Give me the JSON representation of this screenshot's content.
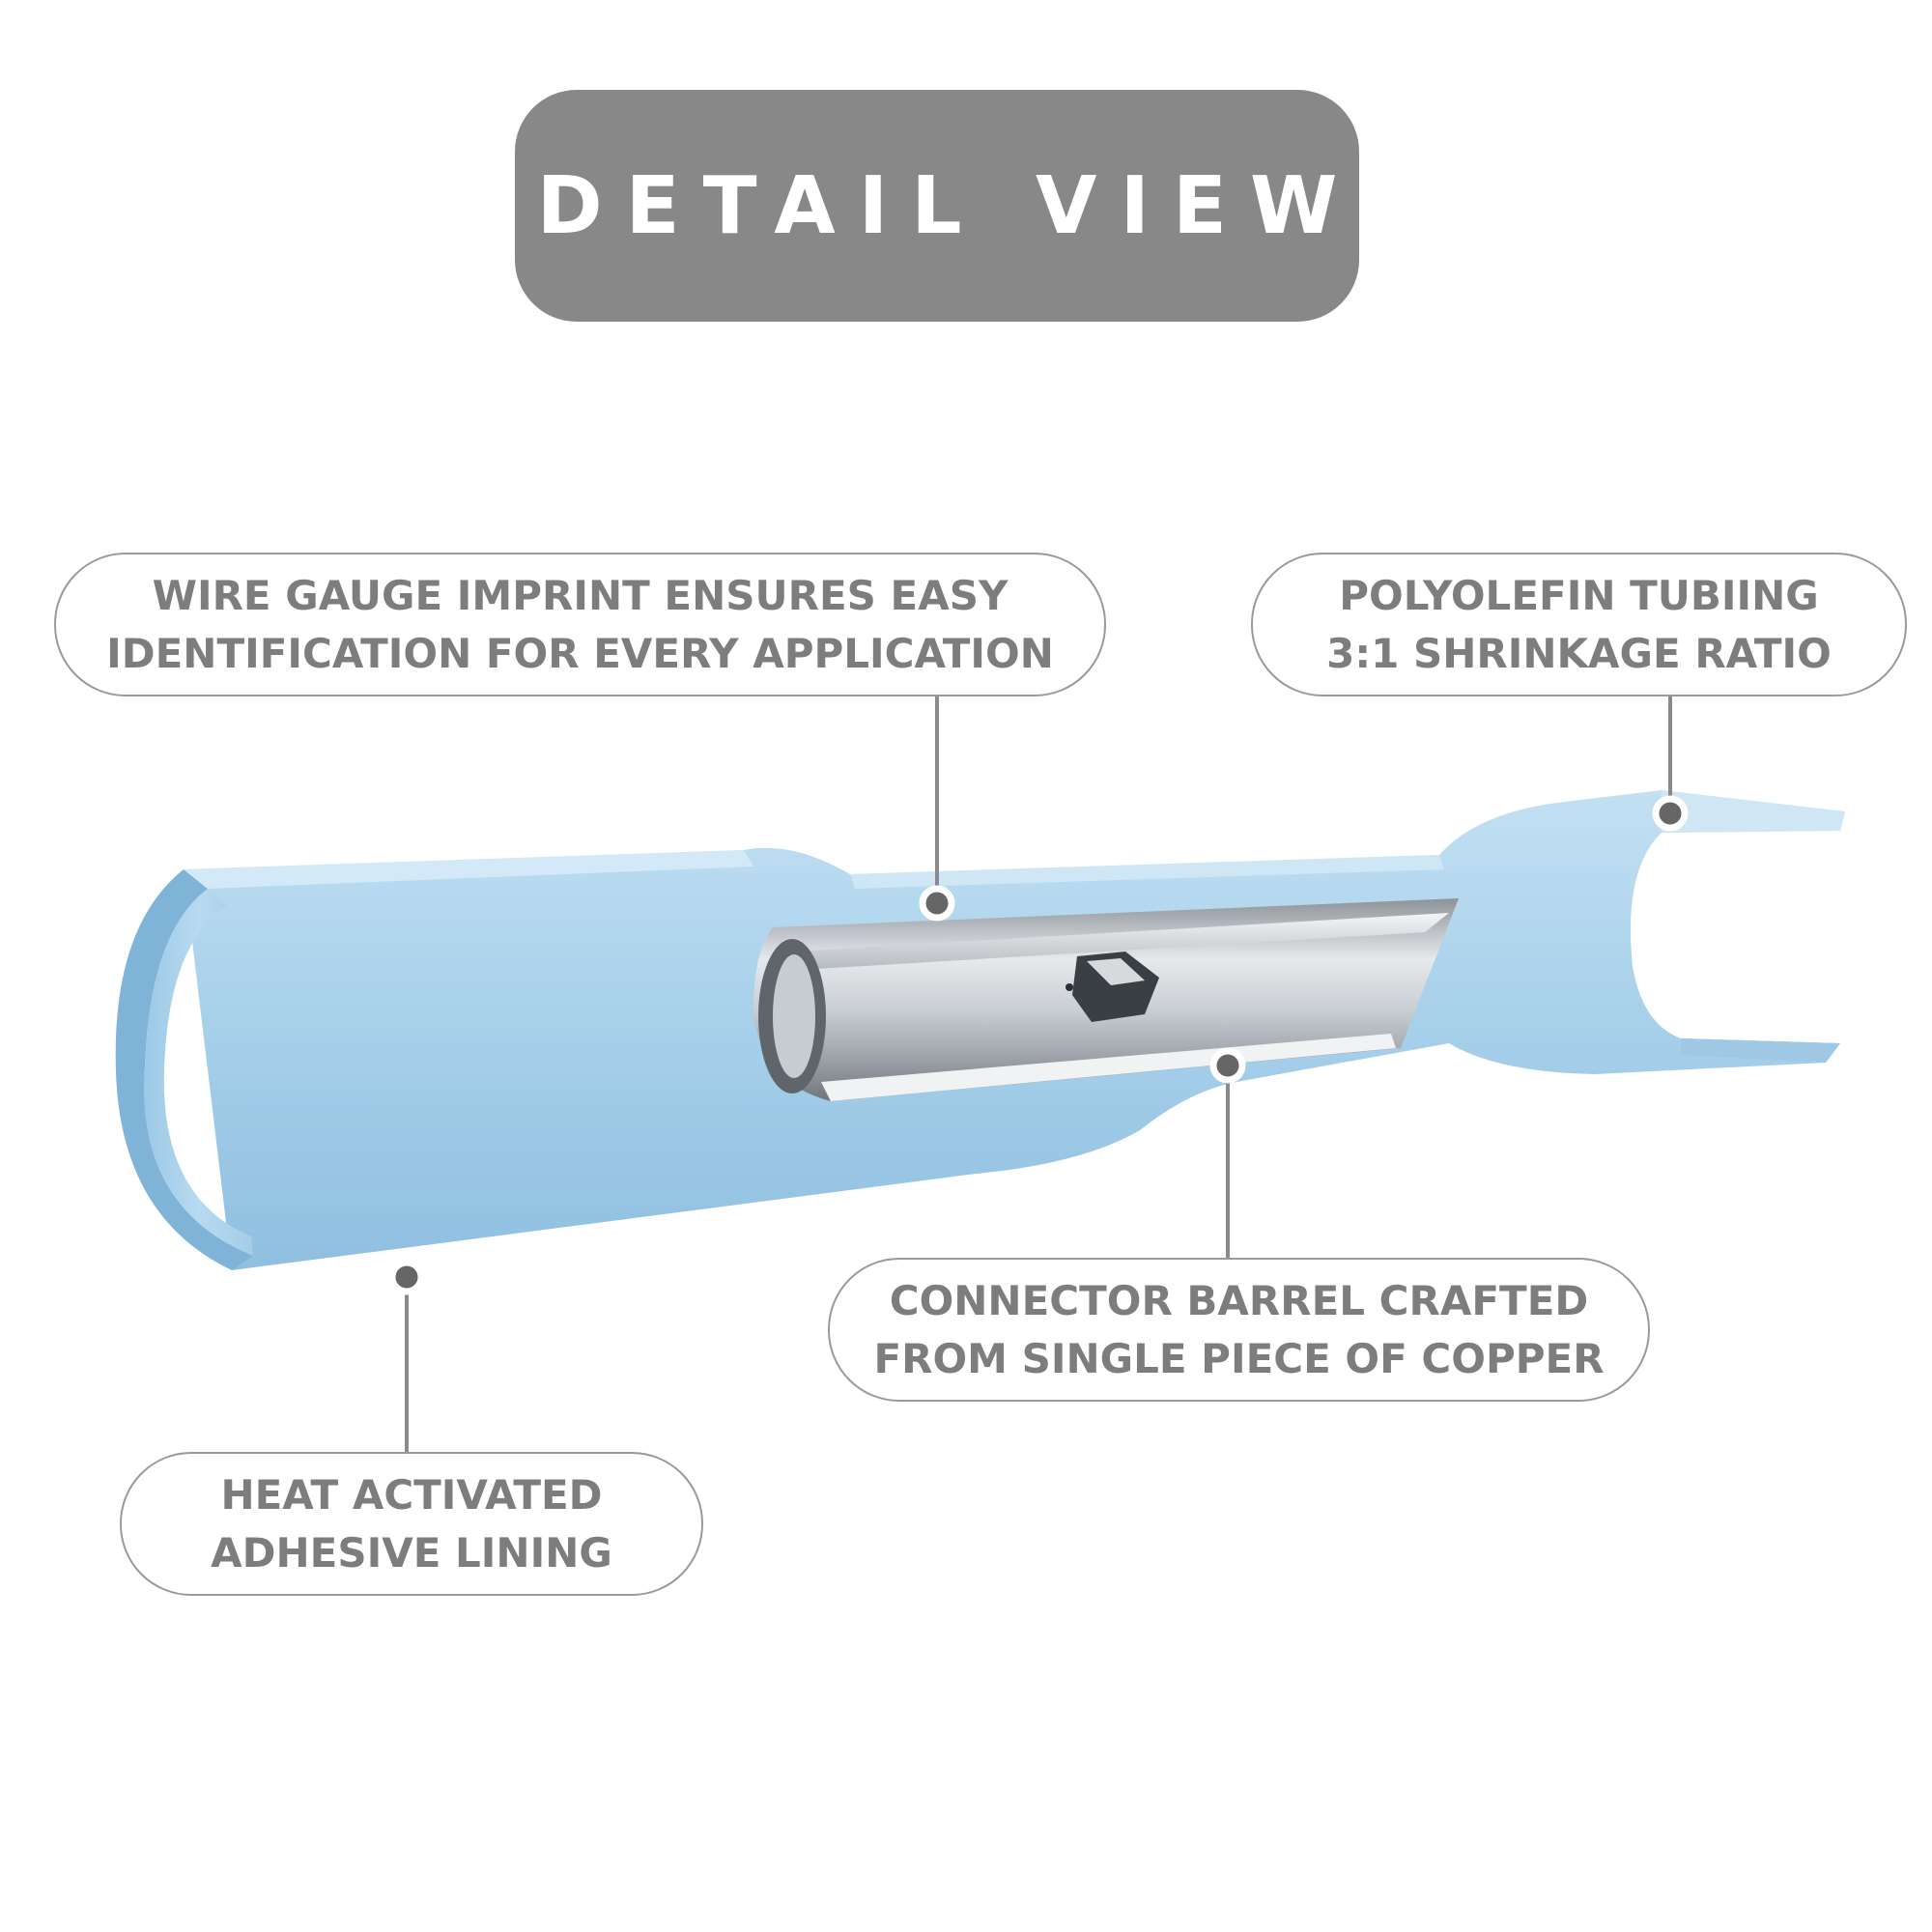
{
  "title": "DETAIL VIEW",
  "colors": {
    "title_bg": "#888888",
    "title_text": "#ffffff",
    "callout_text": "#7d7d7d",
    "callout_border": "#9a9a9a",
    "tube": "#a8d0ea",
    "copper_barrel": "#c8cdd2"
  },
  "callouts": {
    "wire_gauge": {
      "line1": "WIRE GAUGE IMPRINT ENSURES EASY",
      "line2": "IDENTIFICATION FOR EVERY APPLICATION"
    },
    "polyolefin": {
      "line1": "POLYOLEFIN TUBIING",
      "line2": "3:1 SHRINKAGE RATIO"
    },
    "connector_barrel": {
      "line1": "CONNECTOR BARREL CRAFTED",
      "line2": "FROM SINGLE PIECE OF COPPER"
    },
    "heat_adhesive": {
      "line1": "HEAT ACTIVATED",
      "line2": "ADHESIVE LINING"
    }
  }
}
